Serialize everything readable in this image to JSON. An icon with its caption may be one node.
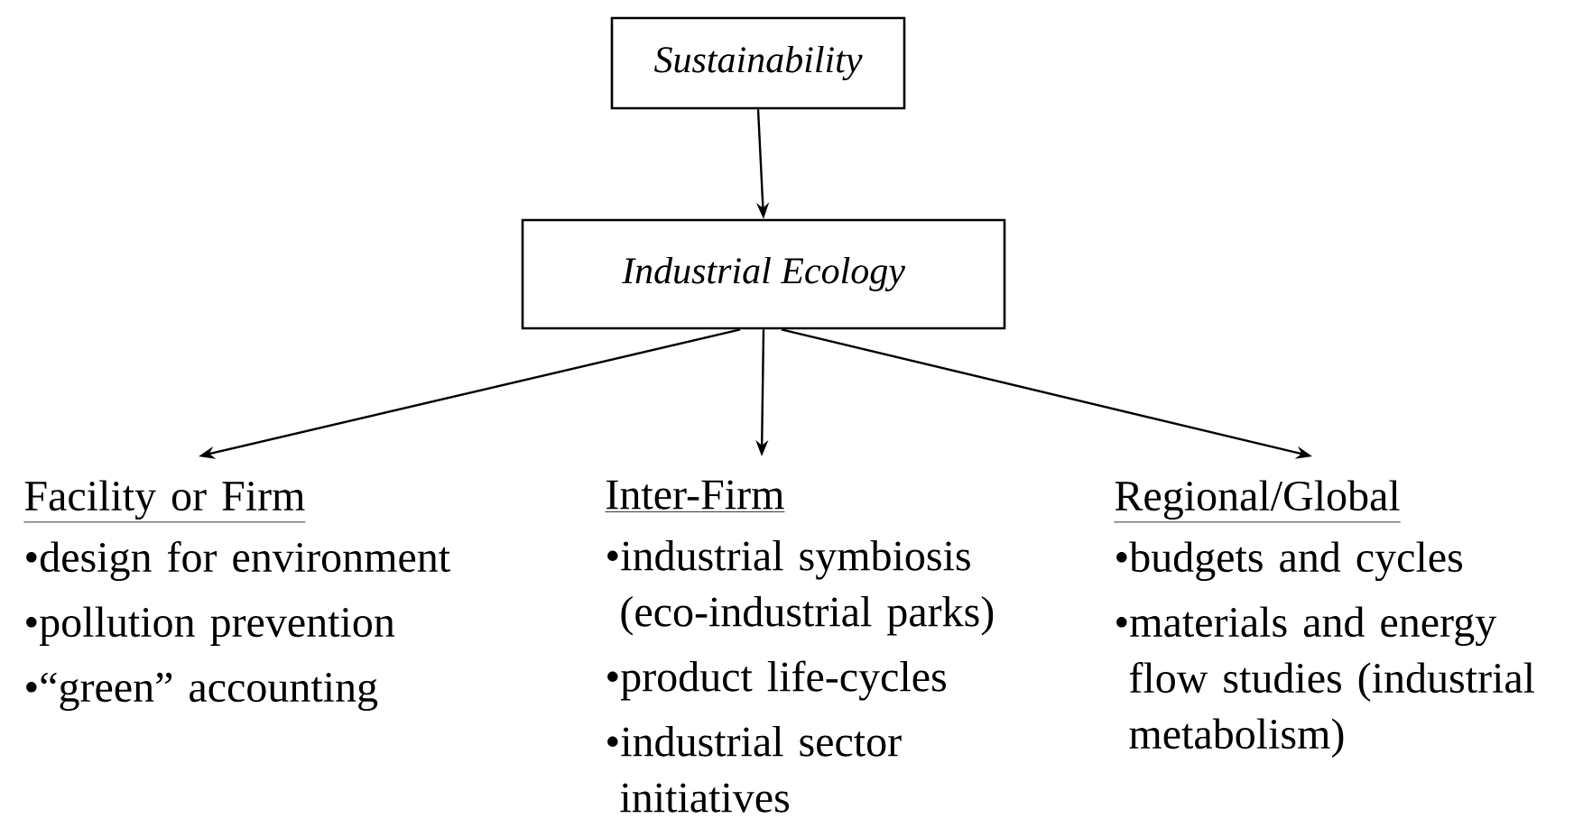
{
  "diagram": {
    "nodes": [
      {
        "text": [
          "Sustainability"
        ]
      },
      {
        "text": [
          "Industrial Ecology"
        ]
      },
      {
        "text": [
          "Facility or Firm",
          "•design for environment",
          "•pollution prevention",
          "•“green” accounting"
        ]
      },
      {
        "text": [
          "Inter-Firm",
          "•industrial symbiosis (eco-industrial parks)",
          "•product life-cycles",
          "•industrial sector initiatives"
        ]
      },
      {
        "text": [
          "Regional/Global",
          "•budgets and cycles",
          "•materials and energy flow studies (industrial metabolism)"
        ]
      }
    ],
    "edges": [
      {
        "from": 0,
        "to": 1,
        "arrow": "to"
      },
      {
        "from": 1,
        "to": 2,
        "arrow": "to"
      },
      {
        "from": 1,
        "to": 3,
        "arrow": "to"
      },
      {
        "from": 1,
        "to": 4,
        "arrow": "to"
      }
    ]
  }
}
